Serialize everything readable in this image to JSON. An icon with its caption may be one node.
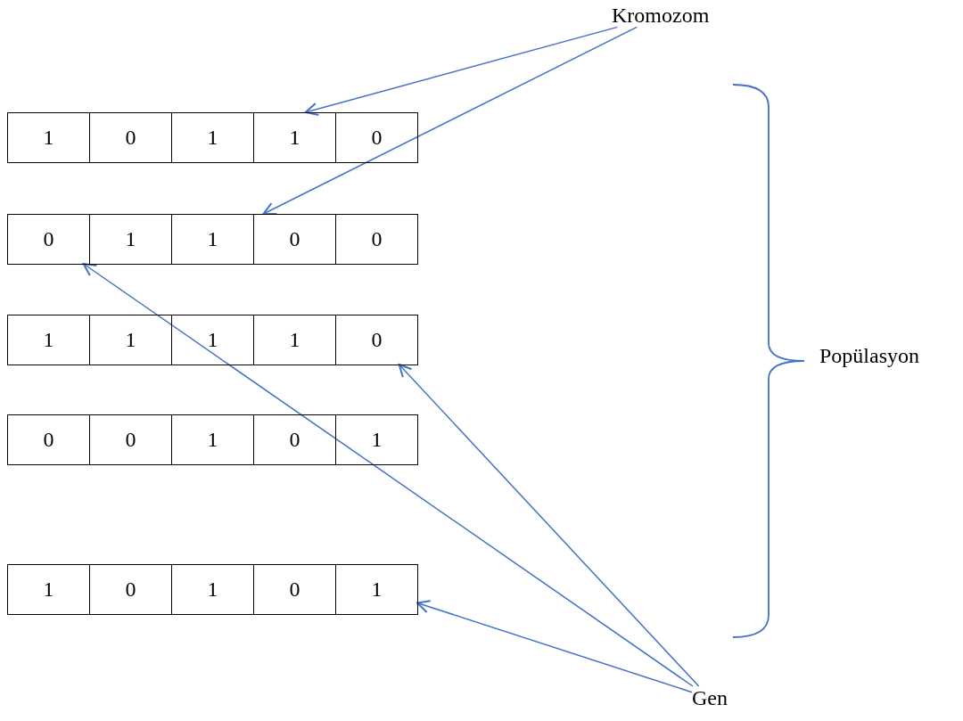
{
  "diagram": {
    "nodes": [
      {
        "text": [
          "Kromozom"
        ]
      },
      {
        "text": [],
        "shape": "bar"
      },
      {
        "text": [
          "1"
        ],
        "in": 1
      },
      {
        "text": [
          "0"
        ],
        "in": 1
      },
      {
        "text": [
          "1"
        ],
        "in": 1
      },
      {
        "text": [
          "1"
        ],
        "in": 1
      },
      {
        "text": [
          "0"
        ],
        "in": 1
      },
      {
        "text": [],
        "shape": "bar"
      },
      {
        "text": [
          "0"
        ],
        "in": 7
      },
      {
        "text": [
          "1"
        ],
        "in": 7
      },
      {
        "text": [
          "1"
        ],
        "in": 7
      },
      {
        "text": [
          "0"
        ],
        "in": 7
      },
      {
        "text": [
          "0"
        ],
        "in": 7
      },
      {
        "text": [],
        "shape": "bar"
      },
      {
        "text": [
          "1"
        ],
        "in": 13
      },
      {
        "text": [
          "1"
        ],
        "in": 13
      },
      {
        "text": [
          "1"
        ],
        "in": 13
      },
      {
        "text": [
          "1"
        ],
        "in": 13
      },
      {
        "text": [
          "0"
        ],
        "in": 13
      },
      {
        "text": [],
        "shape": "bar"
      },
      {
        "text": [
          "0"
        ],
        "in": 19
      },
      {
        "text": [
          "0"
        ],
        "in": 19
      },
      {
        "text": [
          "1"
        ],
        "in": 19
      },
      {
        "text": [
          "0"
        ],
        "in": 19
      },
      {
        "text": [
          "1"
        ],
        "in": 19
      },
      {
        "text": [],
        "shape": "bar"
      },
      {
        "text": [
          "1"
        ],
        "in": 25
      },
      {
        "text": [
          "0"
        ],
        "in": 25
      },
      {
        "text": [
          "1"
        ],
        "in": 25
      },
      {
        "text": [
          "0"
        ],
        "in": 25
      },
      {
        "text": [
          "1"
        ],
        "in": 25
      },
      {
        "text": [
          "Gen"
        ]
      }
    ],
    "edges": [
      {
        "from": 0,
        "to": 1,
        "arrow": "to"
      },
      {
        "from": 0,
        "to": 7,
        "arrow": "to"
      },
      {
        "from": 31,
        "to": 8,
        "arrow": "to"
      },
      {
        "from": 31,
        "to": 18,
        "arrow": "to"
      },
      {
        "from": 31,
        "to": 30,
        "arrow": "to"
      }
    ],
    "labels": [
      "Popülasyon"
    ]
  }
}
